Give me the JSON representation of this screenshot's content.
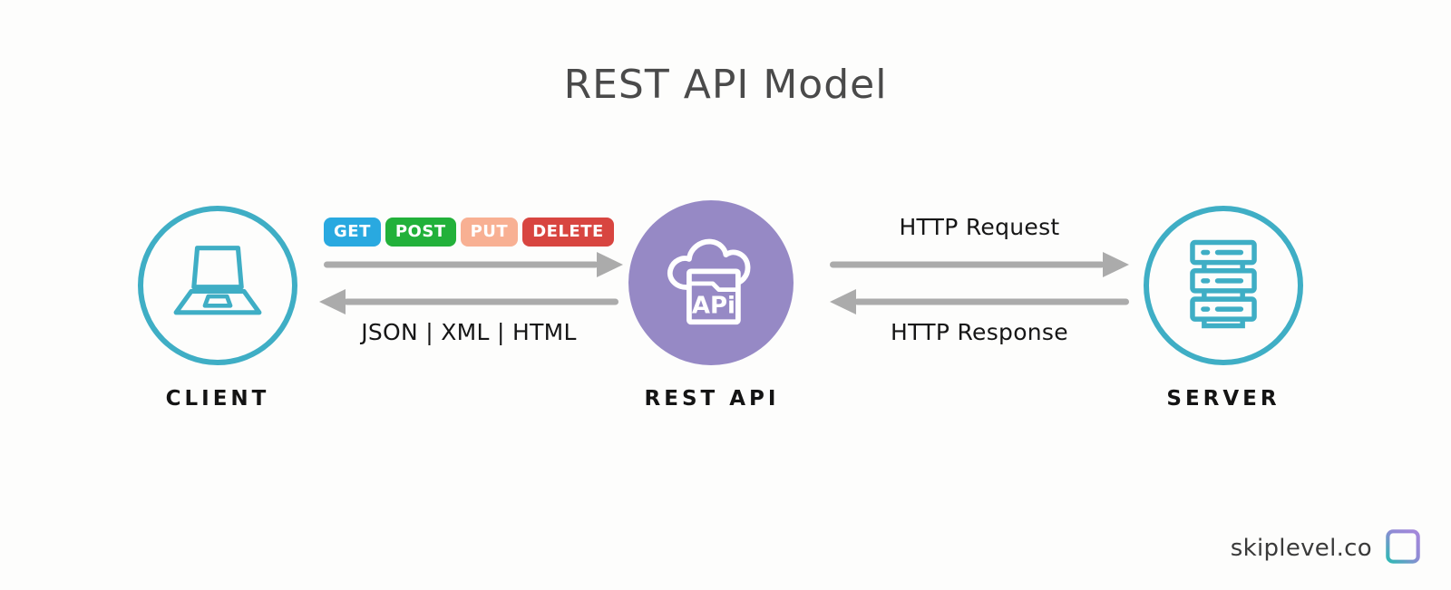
{
  "title": "REST API Model",
  "nodes": {
    "client": {
      "label": "CLIENT",
      "icon": "laptop-icon"
    },
    "rest_api": {
      "label": "REST API",
      "icon": "api-cloud-icon",
      "icon_text": "APi"
    },
    "server": {
      "label": "SERVER",
      "icon": "server-rack-icon"
    }
  },
  "flows": {
    "request_methods": [
      {
        "label": "GET",
        "color": "#29A9E0"
      },
      {
        "label": "POST",
        "color": "#22B13A"
      },
      {
        "label": "PUT",
        "color": "#F8B093"
      },
      {
        "label": "DELETE",
        "color": "#D84540"
      }
    ],
    "client_response_formats": "JSON | XML | HTML",
    "http_request": "HTTP Request",
    "http_response": "HTTP Response"
  },
  "footer": {
    "brand": "skiplevel.co"
  },
  "colors": {
    "teal": "#3FAEC5",
    "purple": "#9689C5",
    "arrow_gray": "#ABABAB",
    "title_text": "#4A4A4A",
    "label_text": "#141414",
    "background": "#FDFDFC"
  }
}
